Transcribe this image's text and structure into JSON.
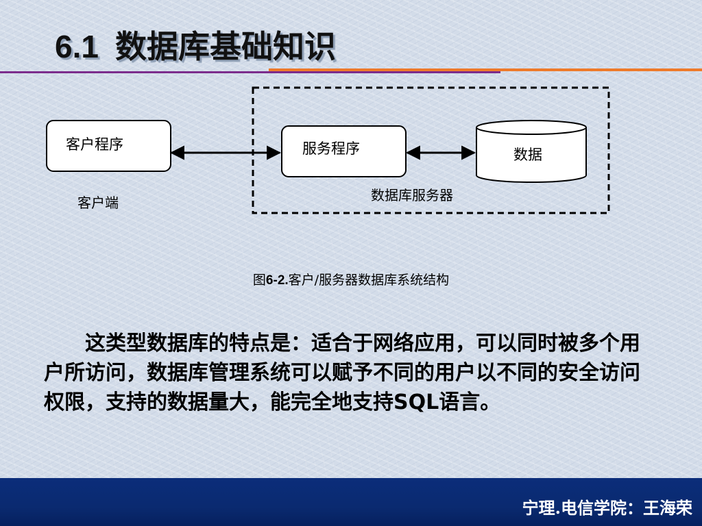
{
  "slide": {
    "number": "6.1",
    "title": "数据库基础知识"
  },
  "diagram": {
    "client_program": "客户程序",
    "client_side": "客户端",
    "server_program": "服务程序",
    "data": "数据",
    "db_server": "数据库服务器"
  },
  "caption": {
    "prefix": "图",
    "number": "6-2.",
    "text": "客户/服务器数据库系统结构"
  },
  "body": {
    "paragraph": "这类型数据库的特点是：适合于网络应用，可以同时被多个用户所访问，数据库管理系统可以赋予不同的用户以不同的安全访问权限，支持的数据量大，能完全地支持SQL语言。"
  },
  "footer": {
    "credit": "宁理.电信学院：王海荣"
  },
  "colors": {
    "background": "#d3dce9",
    "rule_purple": "#7b2c8c",
    "rule_orange": "#ee7a2a",
    "footer_bar": "#0b2d7a"
  }
}
